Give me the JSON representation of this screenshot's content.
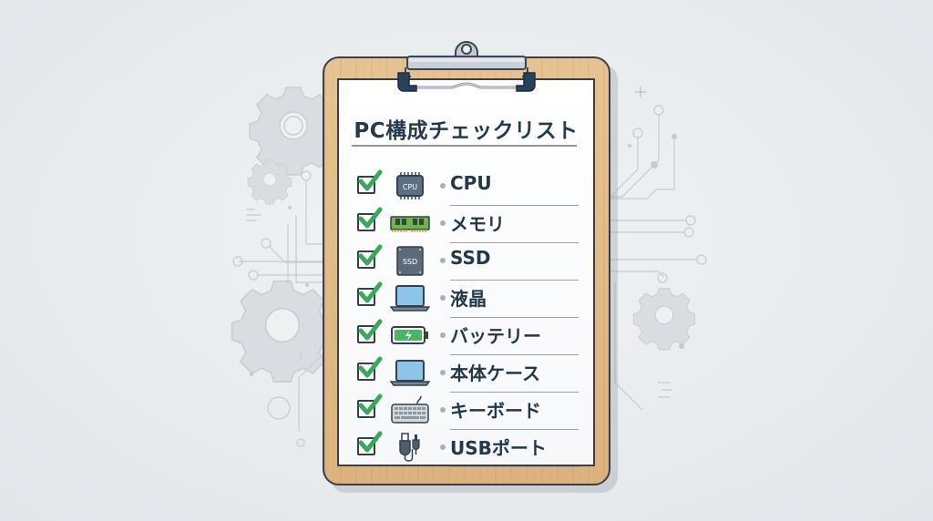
{
  "checklist": {
    "title": "PC構成チェックリスト",
    "items": [
      {
        "label": "CPU",
        "icon": "cpu-chip-icon",
        "checked": true
      },
      {
        "label": "メモリ",
        "icon": "memory-module-icon",
        "checked": true
      },
      {
        "label": "SSD",
        "icon": "ssd-drive-icon",
        "checked": true
      },
      {
        "label": "液晶",
        "icon": "laptop-display-icon",
        "checked": true
      },
      {
        "label": "バッテリー",
        "icon": "battery-icon",
        "checked": true
      },
      {
        "label": "本体ケース",
        "icon": "laptop-case-icon",
        "checked": true
      },
      {
        "label": "キーボード",
        "icon": "keyboard-icon",
        "checked": true
      },
      {
        "label": "USBポート",
        "icon": "usb-cable-icon",
        "checked": true
      }
    ],
    "icon_text": {
      "cpu": "CPU",
      "ssd": "SSD"
    }
  },
  "colors": {
    "background": "#e8ebee",
    "board_wood": "#dfb783",
    "paper": "#ffffff",
    "text": "#24384c",
    "check_green": "#3aa85a",
    "outline": "#3b3f44"
  }
}
